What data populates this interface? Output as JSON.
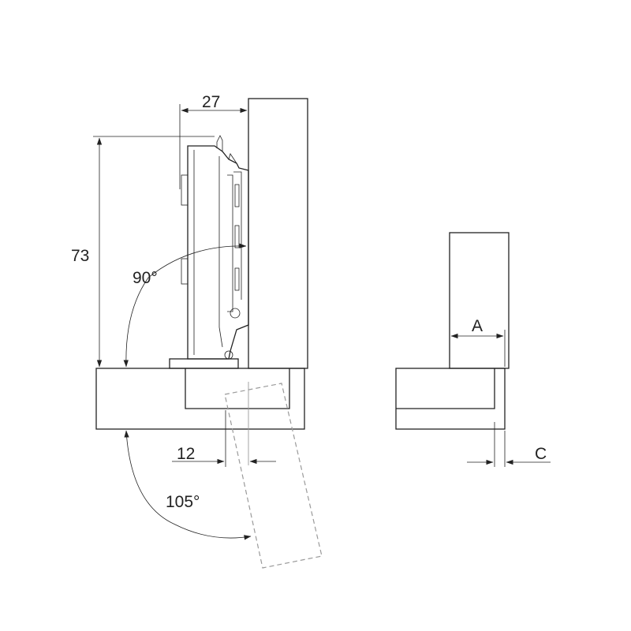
{
  "diagram": {
    "labels": {
      "depth": "27",
      "height": "73",
      "angle_closed": "90°",
      "offset": "12",
      "angle_open": "105°",
      "dim_a": "A",
      "dim_c": "C"
    },
    "colors": {
      "line": "#222222",
      "ghost": "#9a9a9a",
      "background": "#ffffff"
    }
  }
}
